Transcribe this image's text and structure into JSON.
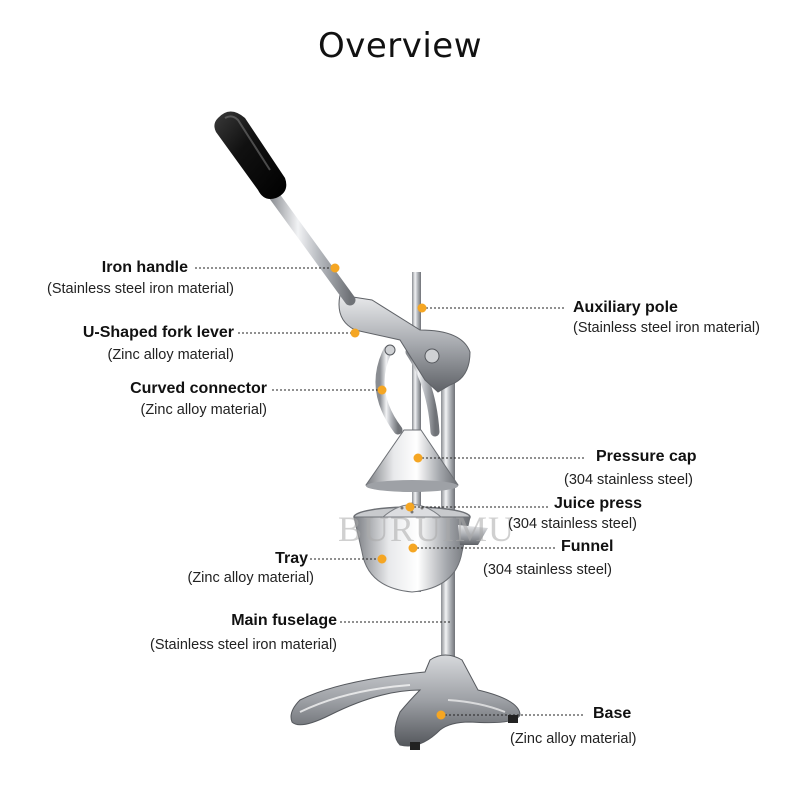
{
  "title": "Overview",
  "watermark": "BURUIMU",
  "accent_color": "#f5a623",
  "parts": [
    {
      "id": "iron-handle",
      "name": "Iron handle",
      "material": "(Stainless steel iron material)"
    },
    {
      "id": "u-shaped-fork-lever",
      "name": "U-Shaped fork lever",
      "material": "(Zinc alloy material)"
    },
    {
      "id": "curved-connector",
      "name": "Curved connector",
      "material": "(Zinc alloy material)"
    },
    {
      "id": "tray",
      "name": "Tray",
      "material": "(Zinc alloy material)"
    },
    {
      "id": "main-fuselage",
      "name": "Main fuselage",
      "material": "(Stainless steel iron material)"
    },
    {
      "id": "auxiliary-pole",
      "name": "Auxiliary pole",
      "material": "(Stainless steel iron material)"
    },
    {
      "id": "pressure-cap",
      "name": "Pressure cap",
      "material": "(304 stainless steel)"
    },
    {
      "id": "juice-press",
      "name": "Juice press",
      "material": "(304 stainless steel)"
    },
    {
      "id": "funnel",
      "name": "Funnel",
      "material": "(304 stainless steel)"
    },
    {
      "id": "base",
      "name": "Base",
      "material": "(Zinc alloy material)"
    }
  ]
}
